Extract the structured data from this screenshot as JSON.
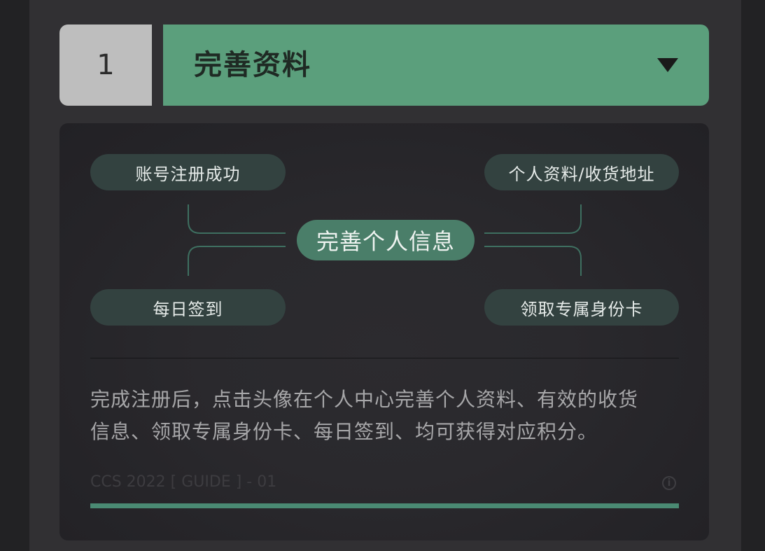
{
  "step": {
    "number": "1",
    "title": "完善资料"
  },
  "diagram": {
    "center": "完善个人信息",
    "top_left": "账号注册成功",
    "top_right": "个人资料/收货地址",
    "bottom_left": "每日签到",
    "bottom_right": "领取专属身份卡"
  },
  "description": {
    "line1": "完成注册后，点击头像在个人中心完善个人资料、有效的收货",
    "line2": "信息、领取专属身份卡、每日签到、均可获得对应积分。"
  },
  "footer": {
    "code": "CCS 2022 [ GUIDE ] - 01",
    "info_glyph": "i"
  },
  "colors": {
    "header_green": "#5b9f7c",
    "pill_dark": "#334240",
    "pill_center": "#4a7e69",
    "accent": "#4a8a73"
  },
  "icons": [
    "chevron-down-icon",
    "info-icon"
  ]
}
